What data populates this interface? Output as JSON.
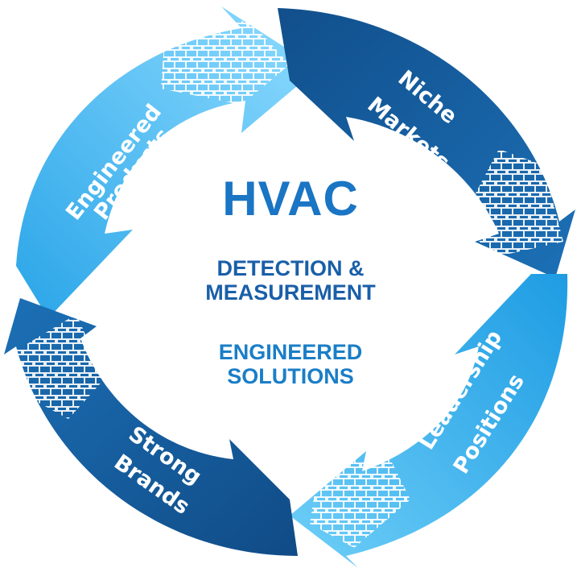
{
  "center": {
    "title": "HVAC",
    "lines": [
      "DETECTION &",
      "MEASUREMENT",
      "ENGINEERED",
      "SOLUTIONS"
    ]
  },
  "segments": [
    {
      "id": "top-left",
      "labels": [
        "Engineered",
        "Products"
      ],
      "color": "light"
    },
    {
      "id": "top-right",
      "labels": [
        "Niche",
        "Markets"
      ],
      "color": "dark"
    },
    {
      "id": "bottom-right",
      "labels": [
        "Leadership",
        "Positions"
      ],
      "color": "light"
    },
    {
      "id": "bottom-left",
      "labels": [
        "Strong",
        "Brands"
      ],
      "color": "dark"
    }
  ],
  "colors": {
    "light_start": "#7fd4fb",
    "light_end": "#2aa5e8",
    "dark_start": "#0f5797",
    "dark_end": "#1d72b5",
    "title": "#1a75c4",
    "subtitle": "#1a5fa8",
    "solutions": "#1a7ec7"
  }
}
